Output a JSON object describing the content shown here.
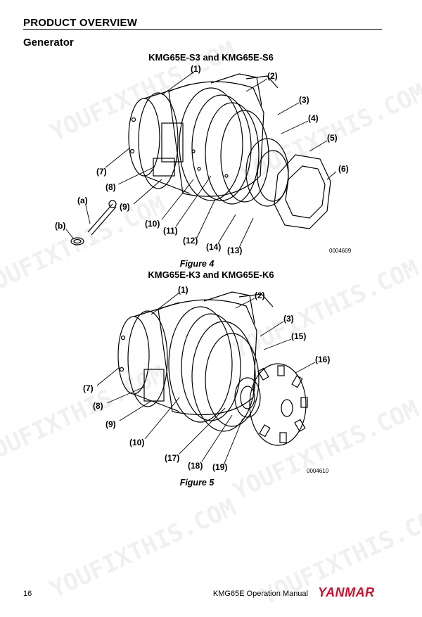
{
  "header": {
    "title": "PRODUCT OVERVIEW"
  },
  "section": {
    "title": "Generator"
  },
  "figure4": {
    "title": "KMG65E-S3 and KMG65E-S6",
    "caption": "Figure 4",
    "code": "0004609",
    "callouts": [
      "(1)",
      "(2)",
      "(3)",
      "(4)",
      "(5)",
      "(6)",
      "(7)",
      "(8)",
      "(9)",
      "(10)",
      "(11)",
      "(12)",
      "(13)",
      "(14)",
      "(a)",
      "(b)"
    ]
  },
  "figure5": {
    "title": "KMG65E-K3 and KMG65E-K6",
    "caption": "Figure 5",
    "code": "0004610",
    "callouts": [
      "(1)",
      "(2)",
      "(3)",
      "(15)",
      "(16)",
      "(7)",
      "(8)",
      "(9)",
      "(10)",
      "(17)",
      "(18)",
      "(19)"
    ]
  },
  "footer": {
    "page_number": "16",
    "manual_title": "KMG65E Operation Manual",
    "brand": "YANMAR"
  },
  "watermark": {
    "text": "YOUFIXTHIS.COM"
  }
}
